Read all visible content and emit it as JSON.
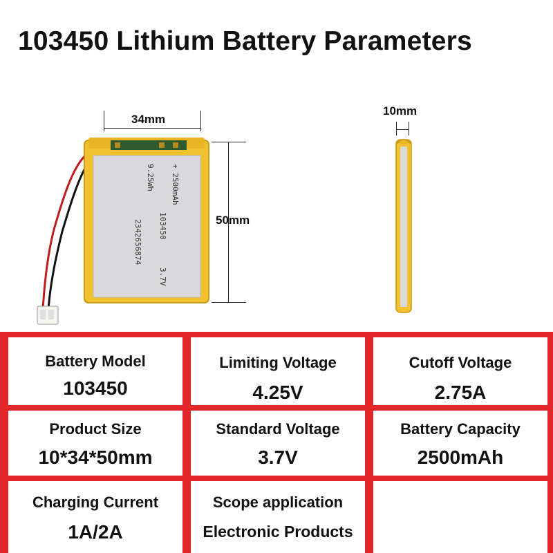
{
  "title": "103450 Lithium Battery Parameters",
  "dimensions": {
    "width": "34mm",
    "height": "50mm",
    "thickness": "10mm"
  },
  "battery_label": {
    "line1": "+ 2500mAh",
    "line2": "103450",
    "line3": "3.7V",
    "line4": "9.25Wh",
    "line5": "2342656874"
  },
  "colors": {
    "accent_red": "#e3262a",
    "battery_yellow": "#f2c12e",
    "label_silver": "#d9d9dc"
  },
  "specs": [
    {
      "label": "Battery Model",
      "value": "103450"
    },
    {
      "label": "Limiting Voltage",
      "value": "4.25V"
    },
    {
      "label": "Cutoff Voltage",
      "value": "2.75A"
    },
    {
      "label": "Product Size",
      "value": "10*34*50mm"
    },
    {
      "label": "Standard Voltage",
      "value": "3.7V"
    },
    {
      "label": "Battery Capacity",
      "value": "2500mAh"
    },
    {
      "label": "Charging Current",
      "value": "1A/2A"
    },
    {
      "label": "Scope application",
      "value": "Electronic Products"
    },
    {
      "label": "",
      "value": ""
    }
  ]
}
